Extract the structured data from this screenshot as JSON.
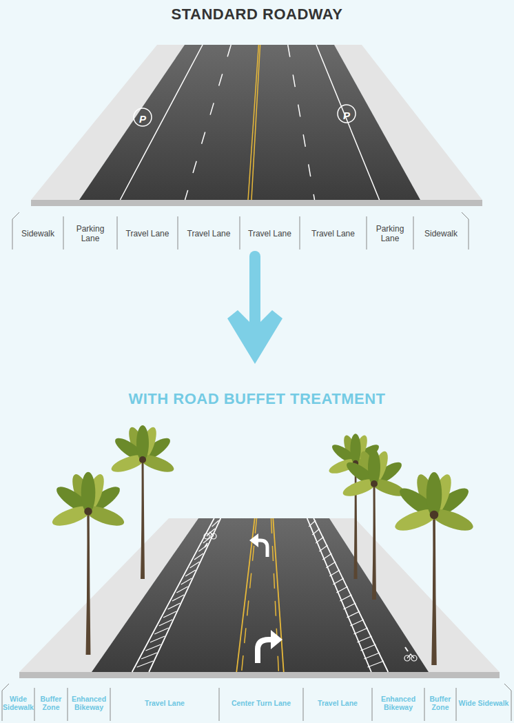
{
  "diagram": {
    "title": "STANDARD ROADWAY",
    "labels": [
      "P",
      "P",
      "Sidewalk",
      "Parking Lane",
      "Travel Lane",
      "Travel Lane",
      "Travel Lane",
      "Travel Lane",
      "Parking Lane",
      "Sidewalk",
      "WITH ROAD BUFFET TREATMENT",
      "Wide Sidewalk",
      "Buffer Zone",
      "Enhanced Bikeway",
      "Travel Lane",
      "Center Turn Lane",
      "Travel Lane",
      "Enhanced Bikeway",
      "Buffer Zone",
      "Wide Sidewalk"
    ]
  }
}
